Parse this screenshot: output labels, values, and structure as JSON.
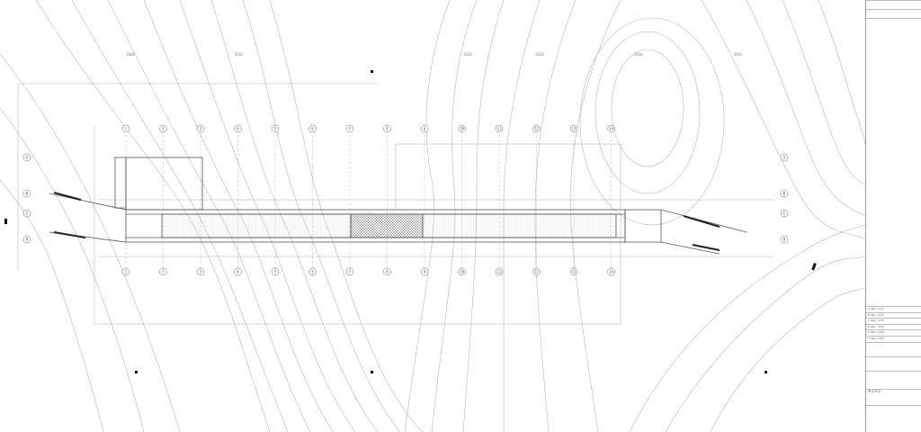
{
  "drawing": {
    "colors": {
      "line": "#8a8a8a",
      "contour": "#b0b0b0",
      "ink": "#333333",
      "hatch": "#777777"
    },
    "axis_labels_top": [
      "1",
      "2",
      "3",
      "4",
      "5",
      "6",
      "7",
      "8",
      "9",
      "10",
      "11",
      "12",
      "13",
      "14"
    ],
    "axis_labels_side": [
      "A",
      "B",
      "C",
      "D"
    ],
    "contour_labels": [
      "1000",
      "1010",
      "1020",
      "1030",
      "1040",
      "1050"
    ]
  },
  "title_block": {
    "revision_rows": [
      {
        "no": "A",
        "text": "Rev text"
      },
      {
        "no": "B",
        "text": "Rev text"
      },
      {
        "no": "C",
        "text": "Rev text"
      },
      {
        "no": "D",
        "text": "Rev text"
      },
      {
        "no": "E",
        "text": "Rev text"
      },
      {
        "no": "F",
        "text": "Rev text"
      }
    ],
    "sheet_number": "A101"
  }
}
